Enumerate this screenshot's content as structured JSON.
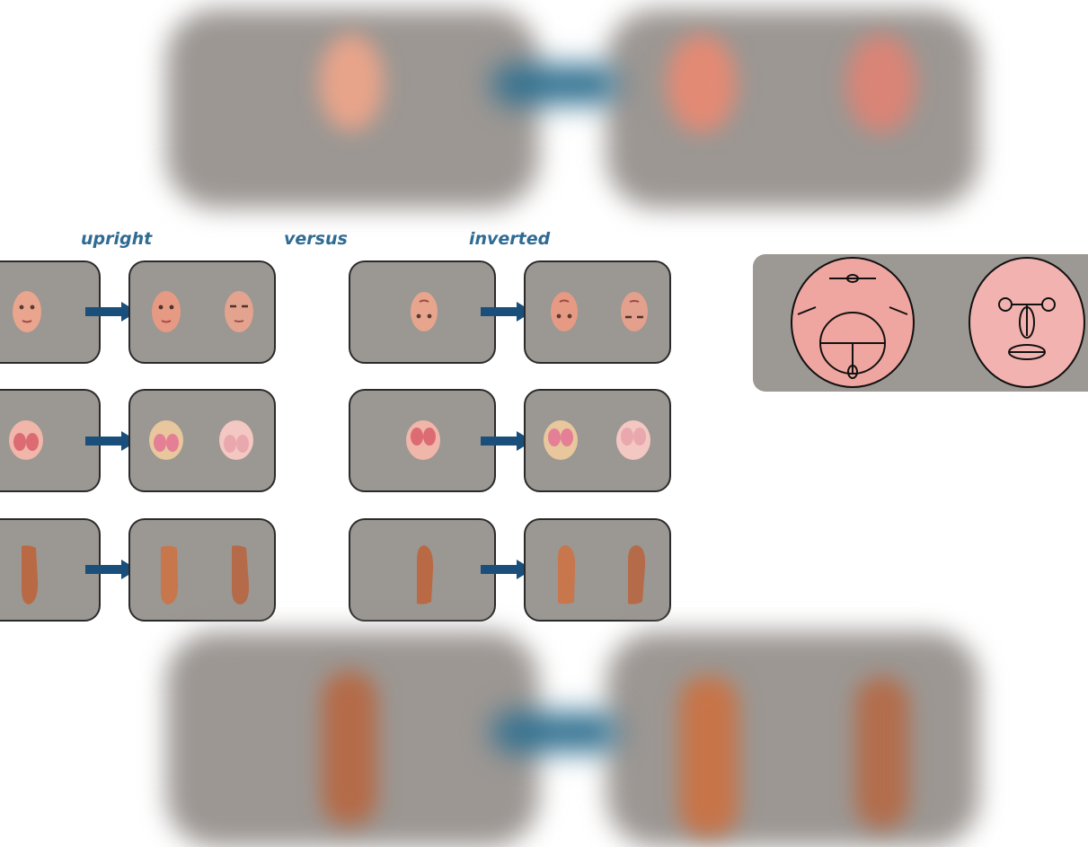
{
  "colors": {
    "panel": "#9b9792",
    "panel_border": "#2b2b2b",
    "arrow": "#194f7a",
    "label": "#2f6b93",
    "face_skin": "#e9a58d",
    "foot_skin": "#b96a44"
  },
  "labels": {
    "upright": "upright",
    "versus": "versus",
    "inverted": "inverted"
  },
  "rows": [
    {
      "stimulus": "face",
      "upright": true
    },
    {
      "stimulus": "body",
      "upright": true
    },
    {
      "stimulus": "foot",
      "upright": true
    }
  ],
  "icons": [
    "arrow-right-icon",
    "face-schematic-inverted-icon",
    "face-schematic-upright-icon"
  ]
}
